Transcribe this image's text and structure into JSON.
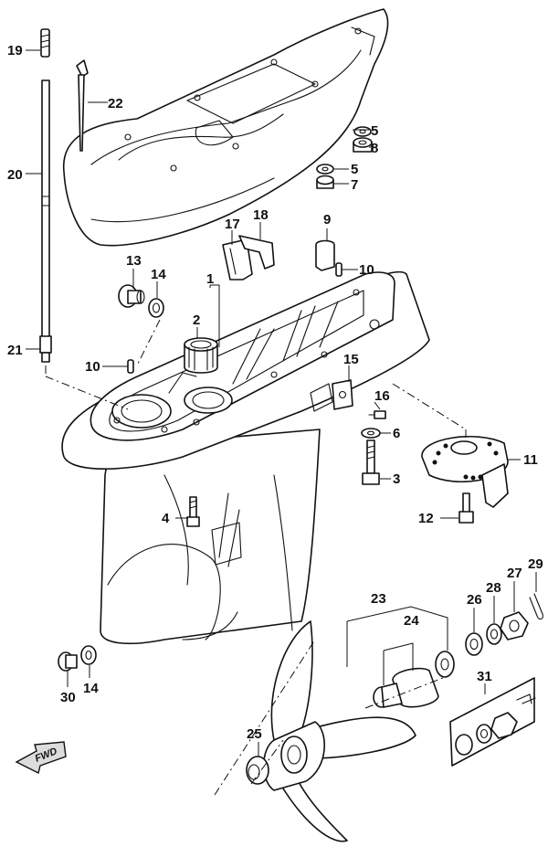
{
  "callouts": {
    "c1": "1",
    "c2": "2",
    "c3": "3",
    "c4": "4",
    "c5a": "5",
    "c5b": "5",
    "c6": "6",
    "c7": "7",
    "c8": "8",
    "c9": "9",
    "c10a": "10",
    "c10b": "10",
    "c11": "11",
    "c12": "12",
    "c13": "13",
    "c14a": "14",
    "c14b": "14",
    "c15": "15",
    "c16": "16",
    "c17": "17",
    "c18": "18",
    "c19": "19",
    "c20": "20",
    "c21": "21",
    "c22": "22",
    "c23": "23",
    "c24": "24",
    "c25": "25",
    "c26": "26",
    "c27": "27",
    "c28": "28",
    "c29": "29",
    "c30": "30",
    "c31": "31"
  },
  "badge": {
    "fwd": "FWD"
  }
}
